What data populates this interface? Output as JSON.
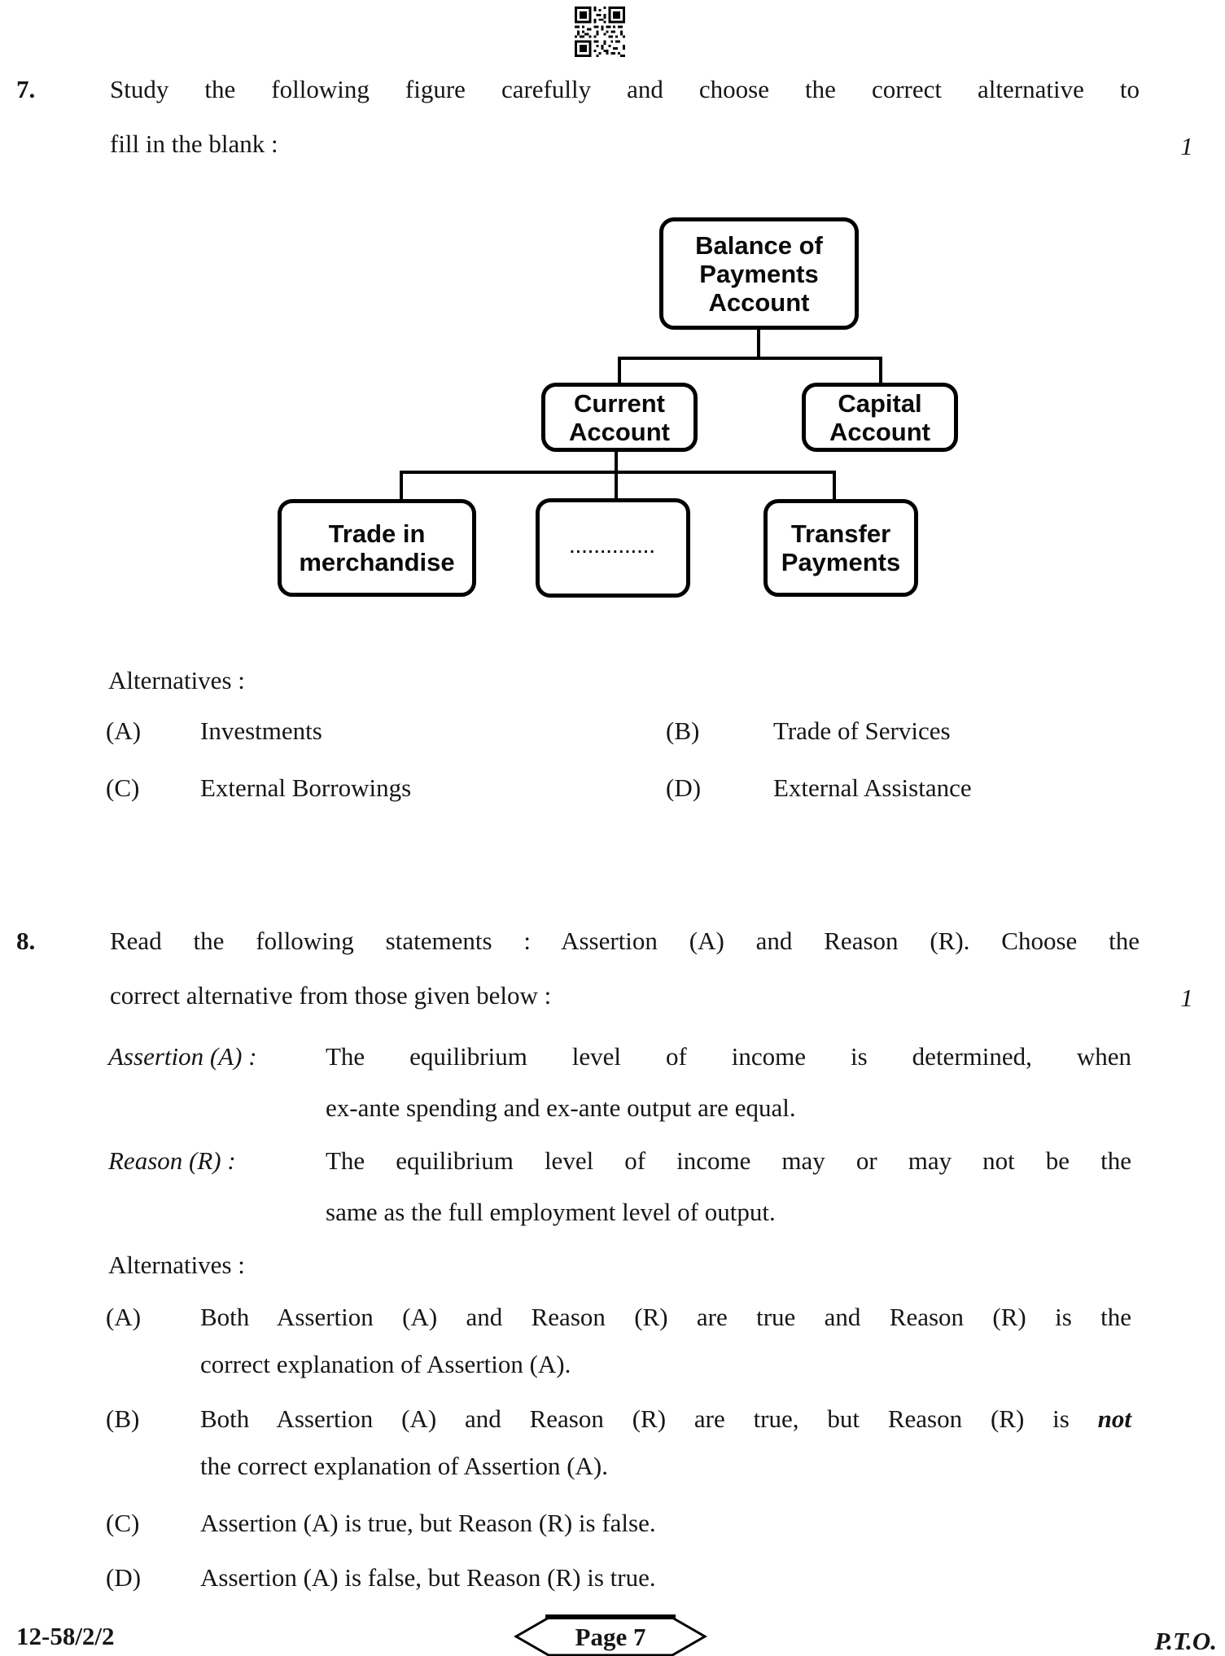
{
  "q7": {
    "number": "7.",
    "prompt_line1": "Study the following figure carefully and choose the correct alternative to",
    "prompt_line2": "fill in the blank :",
    "marks": "1",
    "figure": {
      "root": [
        "Balance of",
        "Payments",
        "Account"
      ],
      "current": [
        "Current",
        "Account"
      ],
      "capital": [
        "Capital",
        "Account"
      ],
      "trade": [
        "Trade in",
        "merchandise"
      ],
      "blank": "..............",
      "transfer": [
        "Transfer",
        "Payments"
      ]
    },
    "alternatives_label": "Alternatives :",
    "options": [
      {
        "label": "(A)",
        "text": "Investments"
      },
      {
        "label": "(B)",
        "text": "Trade of Services"
      },
      {
        "label": "(C)",
        "text": "External Borrowings"
      },
      {
        "label": "(D)",
        "text": "External Assistance"
      }
    ]
  },
  "q8": {
    "number": "8.",
    "prompt_line1": "Read the following statements : Assertion (A) and Reason (R). Choose the",
    "prompt_line2": "correct alternative from those given below :",
    "marks": "1",
    "assertion_label": "Assertion (A) :",
    "assertion_line1": "The equilibrium level of income is determined, when",
    "assertion_line2": "ex-ante spending and ex-ante output are equal.",
    "reason_label": "Reason (R) :",
    "reason_line1": "The equilibrium level of income may or may not be the",
    "reason_line2": "same as the full employment level of output.",
    "alternatives_label": "Alternatives :",
    "options": [
      {
        "label": "(A)",
        "line1": "Both Assertion (A) and Reason (R) are true and Reason (R) is the",
        "line2": "correct explanation of Assertion (A)."
      },
      {
        "label": "(B)",
        "line1_prefix": "Both Assertion (A) and Reason (R) are true, but Reason (R) is ",
        "line1_emphasis": "not",
        "line2": "the correct explanation of Assertion (A)."
      },
      {
        "label": "(C)",
        "line1": "Assertion (A) is true, but Reason (R) is false."
      },
      {
        "label": "(D)",
        "line1": "Assertion (A) is false, but Reason (R) is true."
      }
    ]
  },
  "footer": {
    "paper_code": "12-58/2/2",
    "page_label": "Page 7",
    "pto": "P.T.O."
  }
}
